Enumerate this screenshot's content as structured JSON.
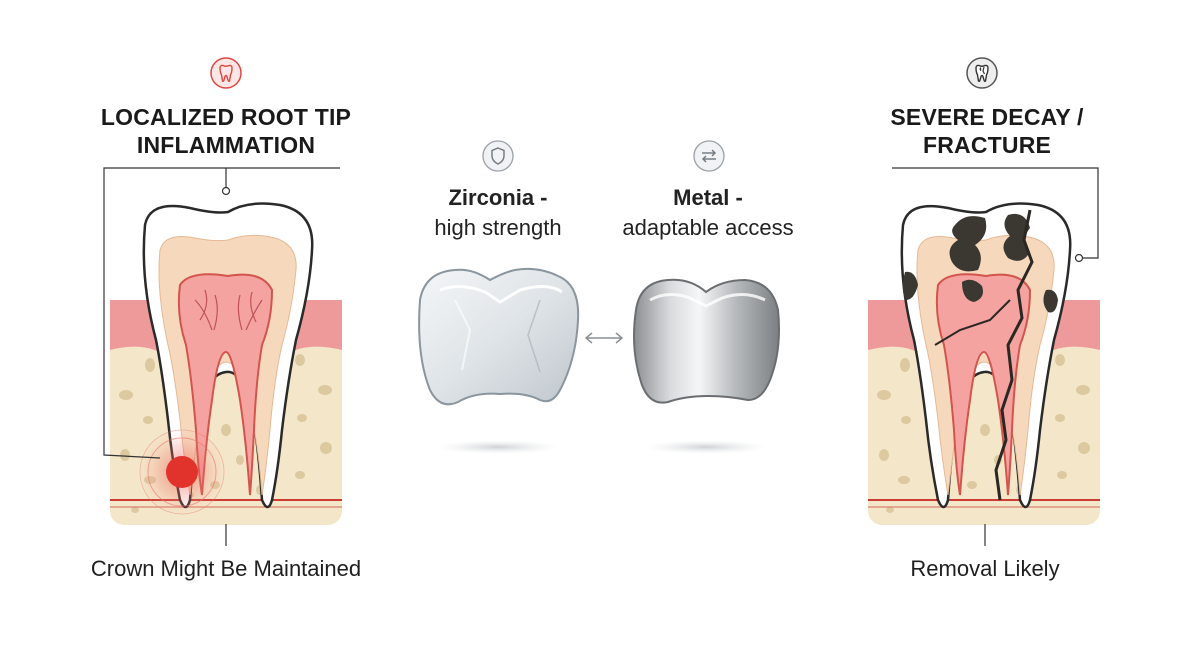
{
  "left_panel": {
    "icon": "tooth-icon",
    "heading_line1": "LOCALIZED ROOT TIP",
    "heading_line2": "INFLAMMATION",
    "caption": "Crown Might Be Maintained",
    "accent": "#e0463f"
  },
  "center_panel": {
    "zirconia": {
      "icon": "shield-icon",
      "title": "Zirconia -",
      "subtitle": "high strength"
    },
    "metal": {
      "icon": "swap-arrows-icon",
      "title": "Metal -",
      "subtitle": "adaptable access"
    },
    "connector_icon": "double-arrow-icon"
  },
  "right_panel": {
    "icon": "decayed-tooth-icon",
    "heading_line1": "SEVERE DECAY /",
    "heading_line2": "FRACTURE",
    "caption": "Removal Likely",
    "decay_color": "#3b3731"
  }
}
